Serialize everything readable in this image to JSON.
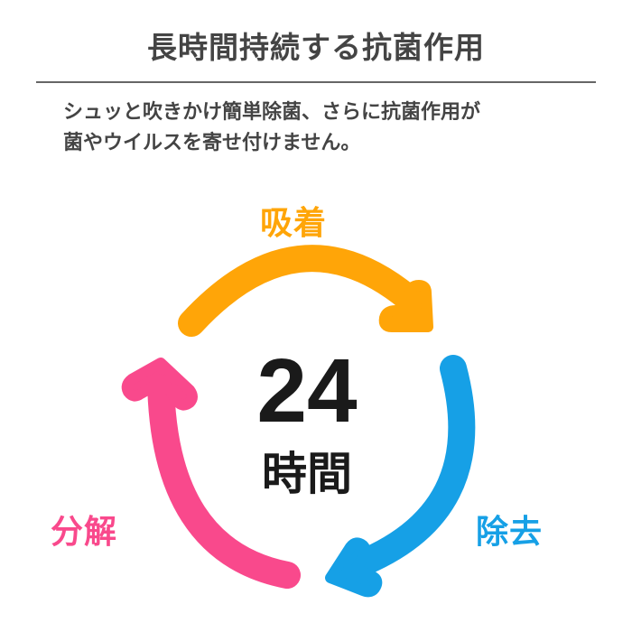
{
  "header": {
    "title": "長時間持続する抗菌作用"
  },
  "description": {
    "lines": [
      "シュッと吹きかけ簡単除菌、さらに抗菌作用が",
      "菌やウイルスを寄せ付けません。"
    ]
  },
  "cycle": {
    "center": {
      "number": "24",
      "unit": "時間"
    },
    "steps": [
      {
        "label": "吸着",
        "color": "#FFA508",
        "icon": "arrow-clockwise-top"
      },
      {
        "label": "除去",
        "color": "#16A0E6",
        "icon": "arrow-clockwise-right"
      },
      {
        "label": "分解",
        "color": "#F9498C",
        "icon": "arrow-clockwise-left"
      }
    ]
  },
  "colors": {
    "title_text": "#444444",
    "divider": "#666666",
    "center_text": "#1A1A1A",
    "background": "#FFFFFF"
  }
}
